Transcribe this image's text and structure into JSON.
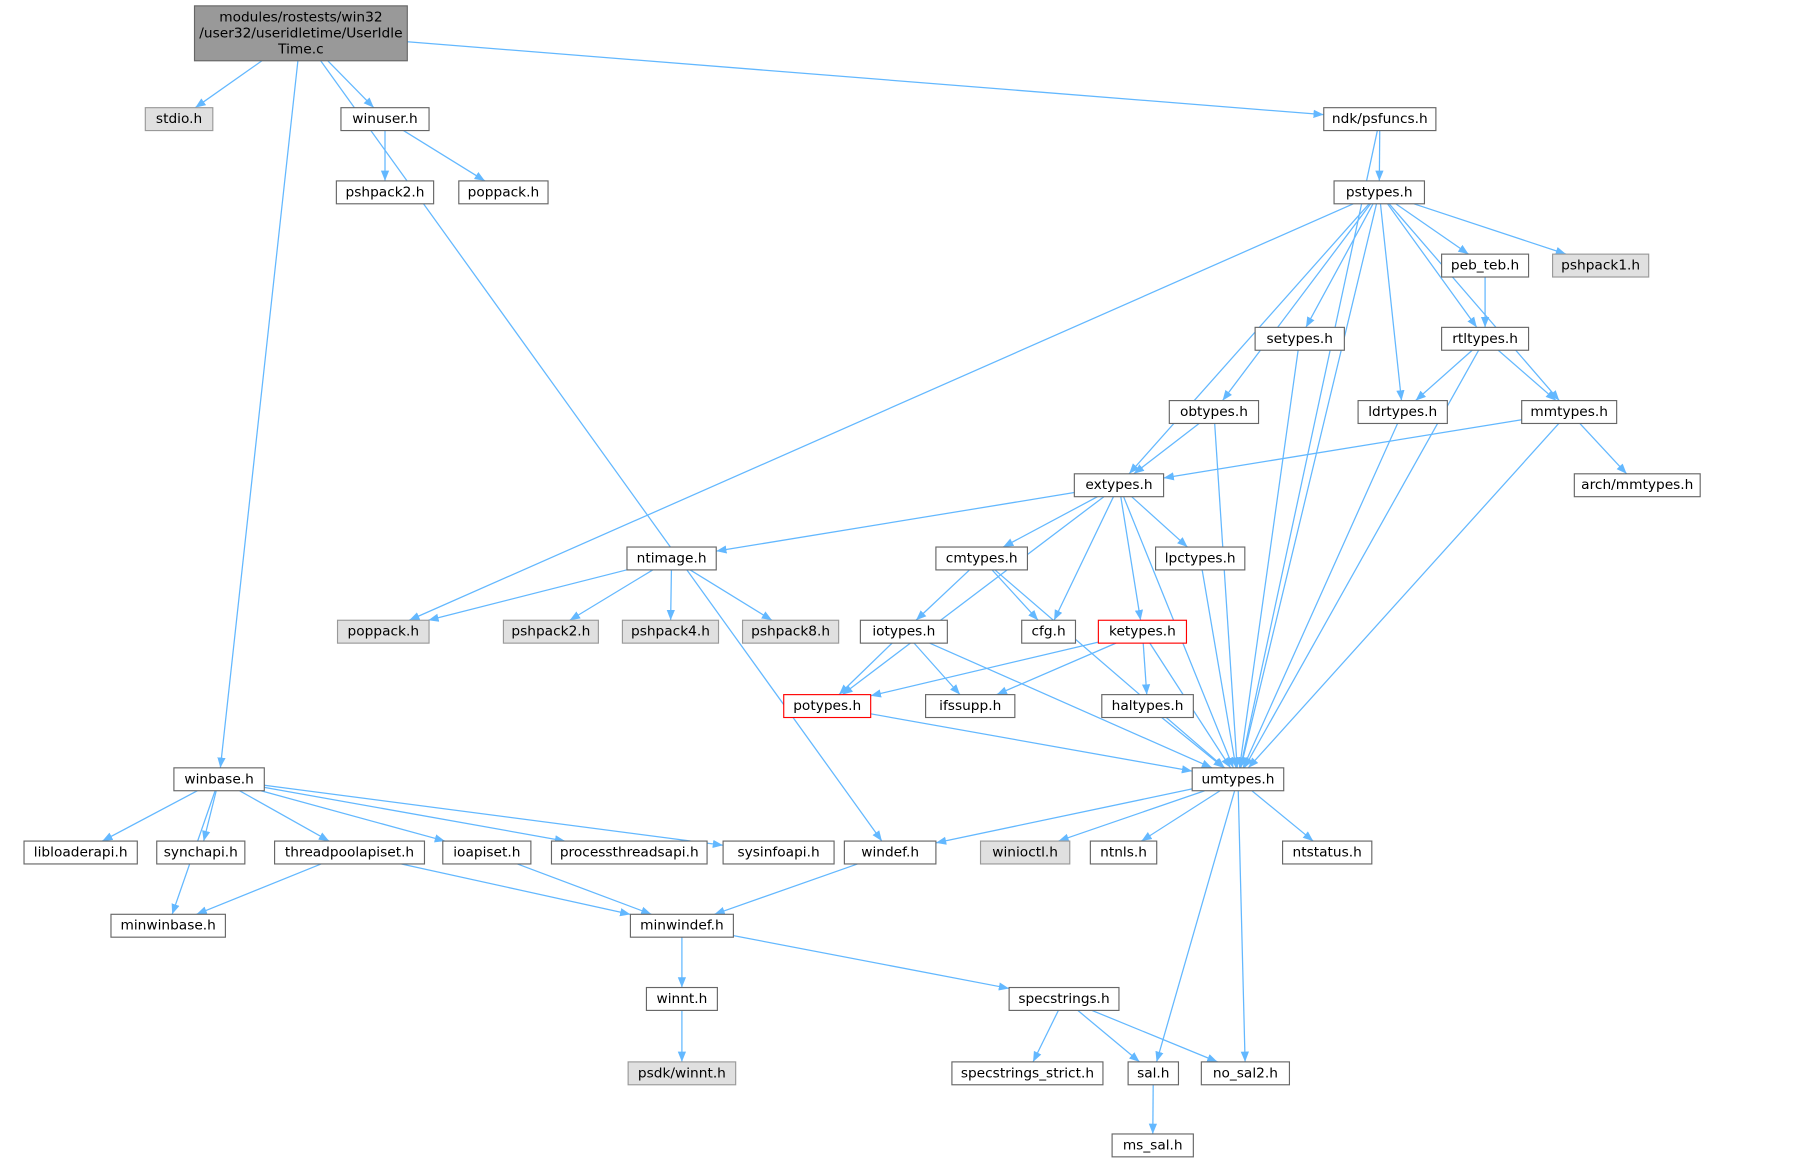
{
  "colors": {
    "edge": "#63b8ff",
    "main_fill": "#999999",
    "gray_fill": "#e0e0e0",
    "red_border": "#ff0000",
    "border": "#666666"
  },
  "nodes": [
    {
      "id": "main",
      "label_lines": [
        "modules/rostests/win32",
        "/user32/useridletime/UserIdle",
        "Time.c"
      ],
      "style": "main"
    },
    {
      "id": "stdio",
      "label": "stdio.h",
      "style": "gray"
    },
    {
      "id": "winuser",
      "label": "winuser.h",
      "style": "normal"
    },
    {
      "id": "pshpack2a",
      "label": "pshpack2.h",
      "style": "normal"
    },
    {
      "id": "poppacka",
      "label": "poppack.h",
      "style": "normal"
    },
    {
      "id": "psfuncs",
      "label": "ndk/psfuncs.h",
      "style": "normal"
    },
    {
      "id": "pstypes",
      "label": "pstypes.h",
      "style": "normal"
    },
    {
      "id": "peb_teb",
      "label": "peb_teb.h",
      "style": "normal"
    },
    {
      "id": "pshpack1",
      "label": "pshpack1.h",
      "style": "gray"
    },
    {
      "id": "setypes",
      "label": "setypes.h",
      "style": "normal"
    },
    {
      "id": "rtltypes",
      "label": "rtltypes.h",
      "style": "normal"
    },
    {
      "id": "obtypes",
      "label": "obtypes.h",
      "style": "normal"
    },
    {
      "id": "ldrtypes",
      "label": "ldrtypes.h",
      "style": "normal"
    },
    {
      "id": "mmtypes",
      "label": "mmtypes.h",
      "style": "normal"
    },
    {
      "id": "extypes",
      "label": "extypes.h",
      "style": "normal"
    },
    {
      "id": "archmm",
      "label": "arch/mmtypes.h",
      "style": "normal"
    },
    {
      "id": "ntimage",
      "label": "ntimage.h",
      "style": "normal"
    },
    {
      "id": "cmtypes",
      "label": "cmtypes.h",
      "style": "normal"
    },
    {
      "id": "lpctypes",
      "label": "lpctypes.h",
      "style": "normal"
    },
    {
      "id": "poppackb",
      "label": "poppack.h",
      "style": "gray"
    },
    {
      "id": "pshpack2b",
      "label": "pshpack2.h",
      "style": "gray"
    },
    {
      "id": "pshpack4",
      "label": "pshpack4.h",
      "style": "gray"
    },
    {
      "id": "pshpack8",
      "label": "pshpack8.h",
      "style": "gray"
    },
    {
      "id": "iotypes",
      "label": "iotypes.h",
      "style": "normal"
    },
    {
      "id": "cfg",
      "label": "cfg.h",
      "style": "normal"
    },
    {
      "id": "ketypes",
      "label": "ketypes.h",
      "style": "red"
    },
    {
      "id": "potypes",
      "label": "potypes.h",
      "style": "red"
    },
    {
      "id": "ifssupp",
      "label": "ifssupp.h",
      "style": "normal"
    },
    {
      "id": "haltypes",
      "label": "haltypes.h",
      "style": "normal"
    },
    {
      "id": "umtypes",
      "label": "umtypes.h",
      "style": "normal"
    },
    {
      "id": "winbase",
      "label": "winbase.h",
      "style": "normal"
    },
    {
      "id": "libloader",
      "label": "libloaderapi.h",
      "style": "normal"
    },
    {
      "id": "synchapi",
      "label": "synchapi.h",
      "style": "normal"
    },
    {
      "id": "threadpool",
      "label": "threadpoolapiset.h",
      "style": "normal"
    },
    {
      "id": "ioapiset",
      "label": "ioapiset.h",
      "style": "normal"
    },
    {
      "id": "procthreads",
      "label": "processthreadsapi.h",
      "style": "normal"
    },
    {
      "id": "sysinfo",
      "label": "sysinfoapi.h",
      "style": "normal"
    },
    {
      "id": "windef",
      "label": "windef.h",
      "style": "normal"
    },
    {
      "id": "winioctl",
      "label": "winioctl.h",
      "style": "gray"
    },
    {
      "id": "ntnls",
      "label": "ntnls.h",
      "style": "normal"
    },
    {
      "id": "ntstatus",
      "label": "ntstatus.h",
      "style": "normal"
    },
    {
      "id": "minwinbase",
      "label": "minwinbase.h",
      "style": "normal"
    },
    {
      "id": "minwindef",
      "label": "minwindef.h",
      "style": "normal"
    },
    {
      "id": "winnt",
      "label": "winnt.h",
      "style": "normal"
    },
    {
      "id": "specstrings",
      "label": "specstrings.h",
      "style": "normal"
    },
    {
      "id": "psdkwinnt",
      "label": "psdk/winnt.h",
      "style": "gray"
    },
    {
      "id": "specstrict",
      "label": "specstrings_strict.h",
      "style": "normal"
    },
    {
      "id": "sal",
      "label": "sal.h",
      "style": "normal"
    },
    {
      "id": "nosal2",
      "label": "no_sal2.h",
      "style": "normal"
    },
    {
      "id": "mssal",
      "label": "ms_sal.h",
      "style": "normal"
    }
  ],
  "edges": [
    [
      "main",
      "stdio"
    ],
    [
      "main",
      "winuser"
    ],
    [
      "main",
      "winbase"
    ],
    [
      "main",
      "windef"
    ],
    [
      "main",
      "psfuncs"
    ],
    [
      "winuser",
      "pshpack2a"
    ],
    [
      "winuser",
      "poppacka"
    ],
    [
      "psfuncs",
      "pstypes"
    ],
    [
      "psfuncs",
      "umtypes"
    ],
    [
      "pstypes",
      "poppackb"
    ],
    [
      "pstypes",
      "extypes"
    ],
    [
      "pstypes",
      "obtypes"
    ],
    [
      "pstypes",
      "setypes"
    ],
    [
      "pstypes",
      "ldrtypes"
    ],
    [
      "pstypes",
      "rtltypes"
    ],
    [
      "pstypes",
      "peb_teb"
    ],
    [
      "pstypes",
      "pshpack1"
    ],
    [
      "pstypes",
      "mmtypes"
    ],
    [
      "pstypes",
      "umtypes"
    ],
    [
      "peb_teb",
      "rtltypes"
    ],
    [
      "rtltypes",
      "ldrtypes"
    ],
    [
      "rtltypes",
      "mmtypes"
    ],
    [
      "rtltypes",
      "umtypes"
    ],
    [
      "setypes",
      "umtypes"
    ],
    [
      "obtypes",
      "extypes"
    ],
    [
      "obtypes",
      "umtypes"
    ],
    [
      "ldrtypes",
      "umtypes"
    ],
    [
      "mmtypes",
      "extypes"
    ],
    [
      "mmtypes",
      "archmm"
    ],
    [
      "mmtypes",
      "umtypes"
    ],
    [
      "extypes",
      "potypes"
    ],
    [
      "extypes",
      "ntimage"
    ],
    [
      "extypes",
      "cmtypes"
    ],
    [
      "extypes",
      "cfg"
    ],
    [
      "extypes",
      "ketypes"
    ],
    [
      "extypes",
      "lpctypes"
    ],
    [
      "extypes",
      "umtypes"
    ],
    [
      "ntimage",
      "poppackb"
    ],
    [
      "ntimage",
      "pshpack2b"
    ],
    [
      "ntimage",
      "pshpack4"
    ],
    [
      "ntimage",
      "pshpack8"
    ],
    [
      "cmtypes",
      "iotypes"
    ],
    [
      "cmtypes",
      "cfg"
    ],
    [
      "cmtypes",
      "umtypes"
    ],
    [
      "lpctypes",
      "umtypes"
    ],
    [
      "iotypes",
      "potypes"
    ],
    [
      "iotypes",
      "ifssupp"
    ],
    [
      "iotypes",
      "umtypes"
    ],
    [
      "ketypes",
      "potypes"
    ],
    [
      "ketypes",
      "ifssupp"
    ],
    [
      "ketypes",
      "haltypes"
    ],
    [
      "ketypes",
      "umtypes"
    ],
    [
      "potypes",
      "umtypes"
    ],
    [
      "haltypes",
      "umtypes"
    ],
    [
      "umtypes",
      "windef"
    ],
    [
      "umtypes",
      "winioctl"
    ],
    [
      "umtypes",
      "ntnls"
    ],
    [
      "umtypes",
      "ntstatus"
    ],
    [
      "umtypes",
      "sal"
    ],
    [
      "umtypes",
      "nosal2"
    ],
    [
      "winbase",
      "libloader"
    ],
    [
      "winbase",
      "synchapi"
    ],
    [
      "winbase",
      "threadpool"
    ],
    [
      "winbase",
      "ioapiset"
    ],
    [
      "winbase",
      "procthreads"
    ],
    [
      "winbase",
      "sysinfo"
    ],
    [
      "winbase",
      "minwinbase"
    ],
    [
      "threadpool",
      "minwinbase"
    ],
    [
      "threadpool",
      "minwindef"
    ],
    [
      "ioapiset",
      "minwindef"
    ],
    [
      "windef",
      "minwindef"
    ],
    [
      "minwindef",
      "winnt"
    ],
    [
      "minwindef",
      "specstrings"
    ],
    [
      "winnt",
      "psdkwinnt"
    ],
    [
      "specstrings",
      "specstrict"
    ],
    [
      "specstrings",
      "sal"
    ],
    [
      "specstrings",
      "nosal2"
    ],
    [
      "sal",
      "mssal"
    ]
  ]
}
